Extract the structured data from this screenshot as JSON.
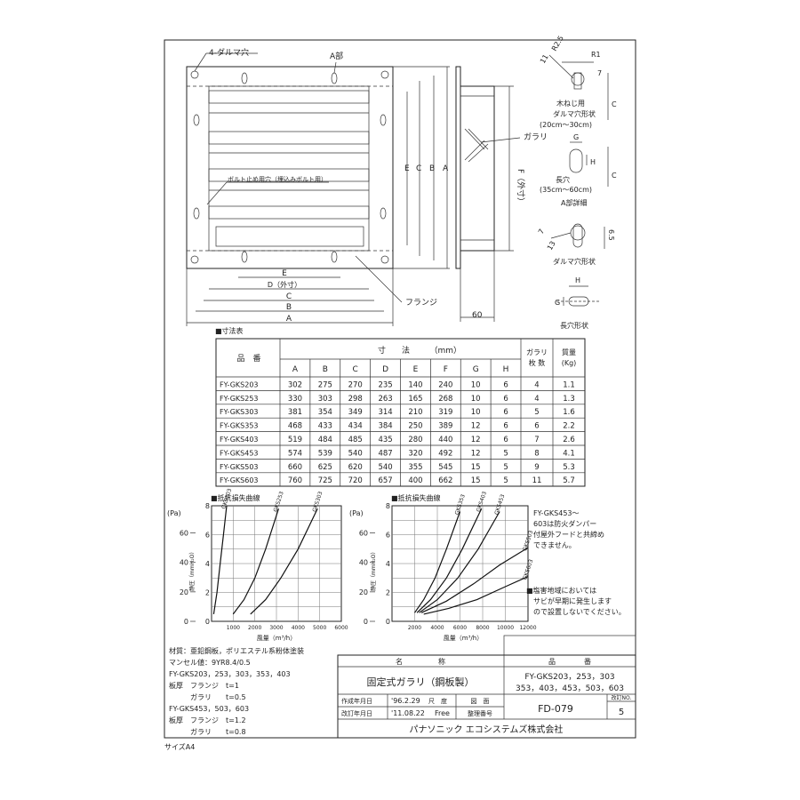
{
  "front_view": {
    "labels": {
      "dama_holes": "4-ダルマ穴",
      "a_part": "A部",
      "bolt_holes": "ボルト止め用穴（埋込みボルト用）",
      "flange": "フランジ",
      "dim_E": "E",
      "dim_D": "D（外寸）",
      "dim_C": "C",
      "dim_B": "B",
      "dim_A": "A"
    }
  },
  "side_view": {
    "labels": {
      "garari": "ガラリ",
      "dim_F": "F（外寸）",
      "dim_60": "60"
    }
  },
  "detail": {
    "r25": "R2.5",
    "r1": "R1",
    "eleven": "11",
    "seven": "7",
    "c1": "C",
    "wood_screw_note": "木ねじ用",
    "dama_shape_1": "ダルマ穴形状",
    "size_range_1": "(20cm〜30cm)",
    "g_label": "G",
    "h_label": "H",
    "nagaana": "長穴",
    "size_range_2": "(35cm〜60cm)",
    "a_part_detail": "A部詳細",
    "c2": "C",
    "thirteen": "13",
    "seven_b": "7",
    "six_five": "6.5",
    "dama_shape_2": "ダルマ穴形状",
    "h_label2": "H",
    "g_label2": "G",
    "nagaana_shape": "長穴形状"
  },
  "dim_table": {
    "title": "■寸法表",
    "header_hinban": "品　番",
    "header_sunpo": "寸　　法　　　（mm）",
    "header_garari": "ガラリ",
    "header_garari2": "枚 数",
    "header_mass": "質量",
    "header_mass2": "(Kg)",
    "cols": [
      "A",
      "B",
      "C",
      "D",
      "E",
      "F",
      "G",
      "H"
    ],
    "rows": [
      {
        "model": "FY-GKS203",
        "vals": [
          "302",
          "275",
          "270",
          "235",
          "140",
          "240",
          "10",
          "6"
        ],
        "count": "4",
        "mass": "1.1"
      },
      {
        "model": "FY-GKS253",
        "vals": [
          "330",
          "303",
          "298",
          "263",
          "165",
          "268",
          "10",
          "6"
        ],
        "count": "4",
        "mass": "1.3"
      },
      {
        "model": "FY-GKS303",
        "vals": [
          "381",
          "354",
          "349",
          "314",
          "210",
          "319",
          "10",
          "6"
        ],
        "count": "5",
        "mass": "1.6"
      },
      {
        "model": "FY-GKS353",
        "vals": [
          "468",
          "433",
          "434",
          "384",
          "250",
          "389",
          "12",
          "6"
        ],
        "count": "6",
        "mass": "2.2"
      },
      {
        "model": "FY-GKS403",
        "vals": [
          "519",
          "484",
          "485",
          "435",
          "280",
          "440",
          "12",
          "6"
        ],
        "count": "7",
        "mass": "2.6"
      },
      {
        "model": "FY-GKS453",
        "vals": [
          "574",
          "539",
          "540",
          "487",
          "320",
          "492",
          "12",
          "5"
        ],
        "count": "8",
        "mass": "4.1"
      },
      {
        "model": "FY-GKS503",
        "vals": [
          "660",
          "625",
          "620",
          "540",
          "355",
          "545",
          "15",
          "5"
        ],
        "count": "9",
        "mass": "5.3"
      },
      {
        "model": "FY-GKS603",
        "vals": [
          "760",
          "725",
          "720",
          "657",
          "400",
          "662",
          "15",
          "5"
        ],
        "count": "11",
        "mass": "5.7"
      }
    ]
  },
  "chart_data": [
    {
      "type": "line",
      "title": "■抵抗損失曲線",
      "xlabel": "風量（m³/h）",
      "ylabel": "静圧（mmH₂O）",
      "ylabel_pa": "(Pa)",
      "xlim": [
        0,
        6000
      ],
      "ylim": [
        0,
        8
      ],
      "x_ticks": [
        "1000",
        "2000",
        "3000",
        "4000",
        "5000",
        "6000"
      ],
      "y_ticks": [
        "0",
        "2",
        "4",
        "6",
        "8"
      ],
      "y_pa_ticks": [
        "0",
        "20",
        "40",
        "60"
      ],
      "series": [
        {
          "name": "GKS203",
          "x": [
            100,
            250,
            400,
            550,
            700
          ],
          "y": [
            0.5,
            2,
            4,
            6,
            8
          ]
        },
        {
          "name": "GKS253",
          "x": [
            1000,
            1500,
            2000,
            2500,
            3100
          ],
          "y": [
            0.5,
            1.5,
            3,
            5,
            7.8
          ]
        },
        {
          "name": "GKS303",
          "x": [
            1800,
            2500,
            3200,
            4000,
            4900
          ],
          "y": [
            0.5,
            1.5,
            3,
            5,
            7.8
          ]
        }
      ]
    },
    {
      "type": "line",
      "title": "■抵抗損失曲線",
      "xlabel": "風量（m³/h）",
      "ylabel": "静圧（mmH₂O）",
      "ylabel_pa": "(Pa)",
      "xlim": [
        0,
        12000
      ],
      "ylim": [
        0,
        8
      ],
      "x_ticks": [
        "2000",
        "4000",
        "6000",
        "8000",
        "10000",
        "12000"
      ],
      "y_ticks": [
        "0",
        "2",
        "4",
        "6",
        "8"
      ],
      "y_pa_ticks": [
        "0",
        "20",
        "40",
        "60"
      ],
      "series": [
        {
          "name": "GKS353",
          "x": [
            2000,
            2800,
            3800,
            4800,
            6000
          ],
          "y": [
            0.6,
            1.5,
            3,
            5,
            7.6
          ]
        },
        {
          "name": "GKS403",
          "x": [
            2200,
            3400,
            4800,
            6200,
            7900
          ],
          "y": [
            0.6,
            1.5,
            3,
            5,
            7.8
          ]
        },
        {
          "name": "GKS453",
          "x": [
            2400,
            4000,
            5800,
            7600,
            9500
          ],
          "y": [
            0.6,
            1.5,
            3,
            5,
            7.6
          ]
        },
        {
          "name": "GKS503",
          "x": [
            2600,
            4800,
            7200,
            9500,
            12000
          ],
          "y": [
            0.6,
            1.4,
            2.6,
            3.9,
            5.1
          ]
        },
        {
          "name": "GKS603",
          "x": [
            2800,
            5000,
            7500,
            10000,
            12000
          ],
          "y": [
            0.5,
            0.9,
            1.5,
            2.4,
            3.1
          ]
        }
      ]
    }
  ],
  "notes": {
    "note1_l1": "FY-GKS453〜",
    "note1_l2": "603は防火ダンパー",
    "note1_l3": "付屋外フードと共締め",
    "note1_l4": "できません。",
    "note2_l1": "■塩害地域においては",
    "note2_l2": "サビが早期に発生します",
    "note2_l3": "ので設置しないでください。"
  },
  "material": {
    "l1": "材質：亜鉛鋼板，ポリエステル系粉体塗装",
    "l2": "マンセル値：9YR8.4/0.5",
    "l3": "FY-GKS203，253，303，353，403",
    "l4": "板厚　フランジ　t=1",
    "l5": "　　　ガラリ　　t=0.5",
    "l6": "FY-GKS453，503，603",
    "l7": "板厚　フランジ　t=1.2",
    "l8": "　　　ガラリ　　t=0.8"
  },
  "title_block": {
    "name_header": "名　　　　　称",
    "name": "固定式ガラリ（鋼板製）",
    "hinban_header": "品　　　　番",
    "hinban1": "FY-GKS203，253，303",
    "hinban2": "353，403，453，503，603",
    "created_label": "作成年月日",
    "created": "'96.2.29",
    "scale_label": "尺　度",
    "scale": "図　面",
    "revised_label": "改訂年月日",
    "revised": "'11.08.22",
    "free": "Free",
    "seiri_label": "整理番号",
    "drawing_no": "FD-079",
    "rev_label": "改訂NO.",
    "rev": "5",
    "company": "パナソニック エコシステムズ株式会社"
  },
  "size_label": "サイズA4"
}
